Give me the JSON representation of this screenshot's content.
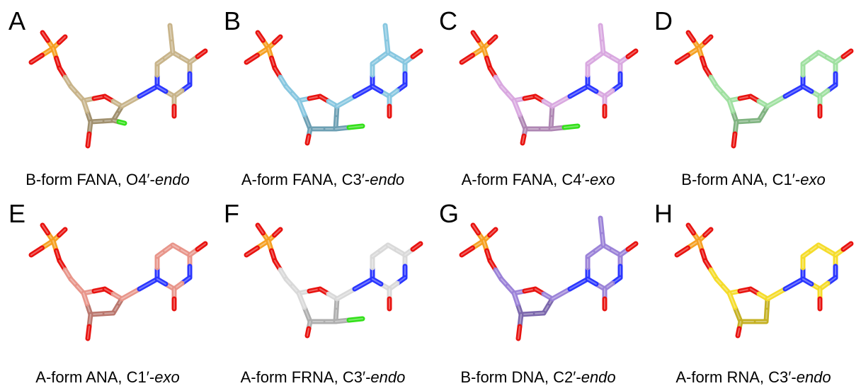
{
  "panels": [
    {
      "letter": "A",
      "form": "B-form FANA",
      "pucker": "O4′-",
      "pucker_style": "endo",
      "color": "#c8b48a",
      "fluoro": true,
      "methyl": true,
      "pose": "south"
    },
    {
      "letter": "B",
      "form": "A-form FANA",
      "pucker": "C3′-",
      "pucker_style": "endo",
      "color": "#87c7e0",
      "fluoro": true,
      "methyl": true,
      "pose": "north"
    },
    {
      "letter": "C",
      "form": "A-form FANA",
      "pucker": "C4′-",
      "pucker_style": "exo",
      "color": "#d9a8e0",
      "fluoro": true,
      "methyl": true,
      "pose": "north"
    },
    {
      "letter": "D",
      "form": "B-form ANA",
      "pucker": "C1′-",
      "pucker_style": "exo",
      "color": "#9fe0a0",
      "fluoro": false,
      "methyl": false,
      "pose": "south"
    },
    {
      "letter": "E",
      "form": "A-form ANA",
      "pucker": "C1′-",
      "pucker_style": "exo",
      "color": "#e8958a",
      "fluoro": false,
      "methyl": false,
      "pose": "south"
    },
    {
      "letter": "F",
      "form": "A-form FRNA",
      "pucker": "C3′-",
      "pucker_style": "endo",
      "color": "#d9d9d9",
      "fluoro": true,
      "methyl": false,
      "pose": "north"
    },
    {
      "letter": "G",
      "form": "B-form DNA",
      "pucker": "C2′-",
      "pucker_style": "endo",
      "color": "#9b82d8",
      "fluoro": false,
      "methyl": true,
      "pose": "south"
    },
    {
      "letter": "H",
      "form": "A-form RNA",
      "pucker": "C3′-",
      "pucker_style": "endo",
      "color": "#f5dc2a",
      "fluoro": false,
      "methyl": false,
      "pose": "north"
    }
  ],
  "atom_colors": {
    "oxygen": "#e8120f",
    "nitrogen": "#2a36ff",
    "phosphorus": "#f5a020",
    "fluorine": "#33e01a"
  }
}
